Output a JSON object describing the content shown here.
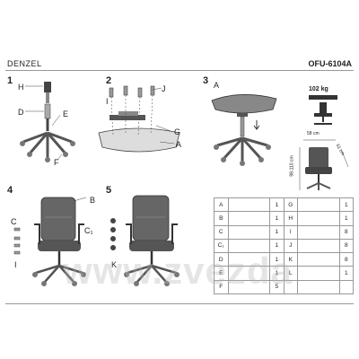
{
  "header": {
    "model_name": "DENZEL",
    "model_code": "OFU-6104A"
  },
  "steps": {
    "s1": {
      "num": "1",
      "labels": [
        "H",
        "D",
        "E",
        "F"
      ]
    },
    "s2": {
      "num": "2",
      "labels": [
        "I",
        "J",
        "G",
        "A"
      ]
    },
    "s3": {
      "num": "3",
      "labels": [
        "A"
      ]
    },
    "s4": {
      "num": "4",
      "labels": [
        "B",
        "C",
        "C₁",
        "I"
      ]
    },
    "s5": {
      "num": "5",
      "labels": [
        "K"
      ]
    }
  },
  "spec": {
    "weight": "102 kg",
    "width": "58 cm",
    "depth": "61 cm",
    "height": "98-110 cm"
  },
  "parts_table": {
    "left": [
      {
        "key": "A",
        "qty": "1"
      },
      {
        "key": "B",
        "qty": "1"
      },
      {
        "key": "C",
        "qty": "1"
      },
      {
        "key": "C₁",
        "qty": "1"
      },
      {
        "key": "D",
        "qty": "1"
      },
      {
        "key": "E",
        "qty": "1"
      },
      {
        "key": "F",
        "qty": "5"
      }
    ],
    "right": [
      {
        "key": "G",
        "qty": "1"
      },
      {
        "key": "H",
        "qty": "1"
      },
      {
        "key": "I",
        "qty": "8"
      },
      {
        "key": "J",
        "qty": "8"
      },
      {
        "key": "K",
        "qty": "8"
      },
      {
        "key": "L",
        "qty": "1"
      },
      {
        "key": "",
        "qty": ""
      }
    ]
  },
  "watermark": "www.zvezda"
}
